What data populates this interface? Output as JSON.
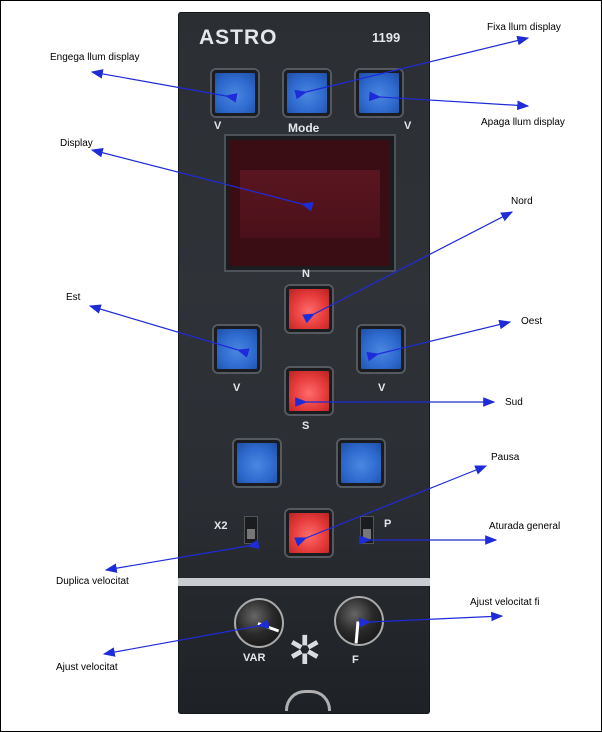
{
  "panel": {
    "brand": "ASTRO",
    "model": "1199",
    "mode_label": "Mode",
    "north_label": "N",
    "south_label": "S",
    "x2_label": "X2",
    "p_label": "P",
    "var_label": "VAR",
    "fine_label": "F",
    "chevron": "V"
  },
  "labels": {
    "engega": "Engega llum display",
    "fixa": "Fixa llum display",
    "apaga": "Apaga llum display",
    "display": "Display",
    "nord": "Nord",
    "est": "Est",
    "oest": "Oest",
    "sud": "Sud",
    "pausa": "Pausa",
    "aturada": "Aturada general",
    "duplica": "Duplica velocitat",
    "ajust_fi": "Ajust velocitat fi",
    "ajust": "Ajust velocitat"
  },
  "colors": {
    "arrow": "#1e2bd8",
    "button_blue": "#2f6bcf",
    "button_red": "#e63b3b"
  }
}
